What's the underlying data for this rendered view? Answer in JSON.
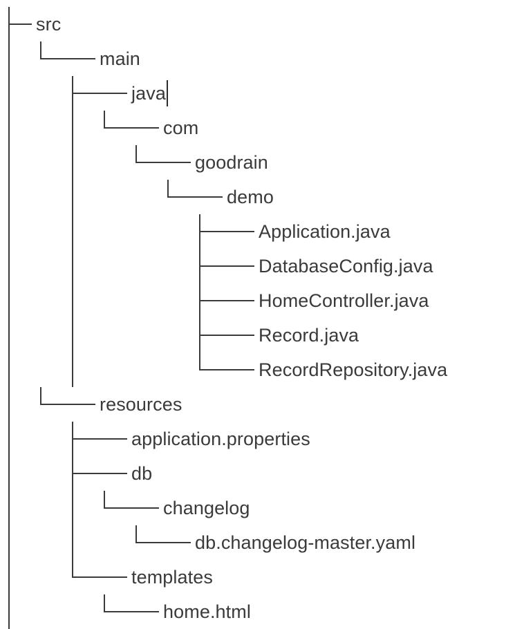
{
  "document": {
    "kind": "ascii-file-tree",
    "colors": {
      "background": "#ffffff",
      "text": "#3a3a3a",
      "line": "#3a3a3a",
      "caret": "#2b2b2b"
    }
  },
  "glyphs": {
    "pipe": "│",
    "tee": "├──",
    "elbow": "└──",
    "dash": "───",
    "blank": " "
  },
  "tree": {
    "rows": [
      {
        "id": "src",
        "label": "src",
        "prefix": [
          "tee"
        ],
        "caret": false
      },
      {
        "id": "main",
        "label": "main",
        "prefix": [
          "pipe",
          "elbow",
          "dash"
        ],
        "caret": false
      },
      {
        "id": "java",
        "label": "java",
        "prefix": [
          "pipe",
          "blank",
          "tee",
          "dash"
        ],
        "caret": true
      },
      {
        "id": "com",
        "label": "com",
        "prefix": [
          "pipe",
          "blank",
          "pipe",
          "elbow",
          "dash"
        ],
        "caret": false
      },
      {
        "id": "goodrain",
        "label": "goodrain",
        "prefix": [
          "pipe",
          "blank",
          "pipe",
          "blank",
          "elbow",
          "dash"
        ],
        "caret": false
      },
      {
        "id": "demo",
        "label": "demo",
        "prefix": [
          "pipe",
          "blank",
          "pipe",
          "blank",
          "blank",
          "elbow",
          "dash"
        ],
        "caret": false
      },
      {
        "id": "application-java",
        "label": "Application.java",
        "prefix": [
          "pipe",
          "blank",
          "pipe",
          "blank",
          "blank",
          "blank",
          "tee",
          "dash"
        ],
        "caret": false
      },
      {
        "id": "databaseconfig-java",
        "label": "DatabaseConfig.java",
        "prefix": [
          "pipe",
          "blank",
          "pipe",
          "blank",
          "blank",
          "blank",
          "tee",
          "dash"
        ],
        "caret": false
      },
      {
        "id": "homecontroller-java",
        "label": "HomeController.java",
        "prefix": [
          "pipe",
          "blank",
          "pipe",
          "blank",
          "blank",
          "blank",
          "tee",
          "dash"
        ],
        "caret": false
      },
      {
        "id": "record-java",
        "label": "Record.java",
        "prefix": [
          "pipe",
          "blank",
          "pipe",
          "blank",
          "blank",
          "blank",
          "tee",
          "dash"
        ],
        "caret": false
      },
      {
        "id": "recordrepository-java",
        "label": "RecordRepository.java",
        "prefix": [
          "pipe",
          "blank",
          "pipe",
          "blank",
          "blank",
          "blank",
          "elbow",
          "dash"
        ],
        "caret": false
      },
      {
        "id": "resources",
        "label": "resources",
        "prefix": [
          "pipe",
          "elbow",
          "dash"
        ],
        "caret": false
      },
      {
        "id": "application-properties",
        "label": "application.properties",
        "prefix": [
          "pipe",
          "blank",
          "tee",
          "dash"
        ],
        "caret": false
      },
      {
        "id": "db",
        "label": "db",
        "prefix": [
          "pipe",
          "blank",
          "tee",
          "dash"
        ],
        "caret": false
      },
      {
        "id": "changelog",
        "label": "changelog",
        "prefix": [
          "pipe",
          "blank",
          "pipe",
          "elbow",
          "dash"
        ],
        "caret": false
      },
      {
        "id": "db-changelog-master-yaml",
        "label": "db.changelog-master.yaml",
        "prefix": [
          "pipe",
          "blank",
          "pipe",
          "blank",
          "elbow",
          "dash"
        ],
        "caret": false
      },
      {
        "id": "templates",
        "label": "templates",
        "prefix": [
          "pipe",
          "blank",
          "elbow",
          "dash"
        ],
        "caret": false
      },
      {
        "id": "home-html",
        "label": "home.html",
        "prefix": [
          "pipe",
          "blank",
          "blank",
          "elbow",
          "dash"
        ],
        "caret": false
      }
    ]
  }
}
